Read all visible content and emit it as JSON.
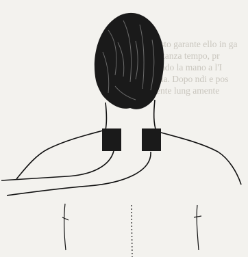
{
  "figure": {
    "subject": "neck-and-shoulders-with-two-electrode-pads",
    "ink_color": "#111111",
    "paper_color": "#f3f2ee",
    "bleed_color": "#c9c6be"
  },
  "bleed_through_text": [
    "esto garante           ello in ga",
    "istanza                tempo, pr",
    "ando la                mano a l'I",
    "dia. Dopo              ndi e pos",
    "ente lung             amente"
  ]
}
